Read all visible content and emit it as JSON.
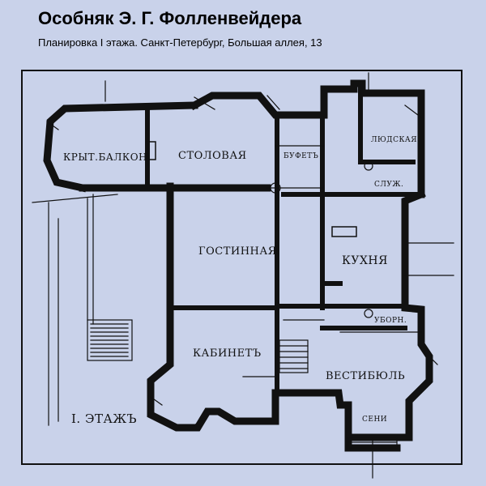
{
  "header": {
    "title": "Особняк Э. Г. Фолленвейдера",
    "subtitle": "Планировка I этажа. Санкт-Петербург, Большая аллея, 13"
  },
  "plan": {
    "floor_label": "I. ЭТАЖЪ",
    "rooms": [
      {
        "id": "covered-balcony",
        "label": "КРЫТ.БАЛКОН"
      },
      {
        "id": "dining",
        "label": "СТОЛОВАЯ"
      },
      {
        "id": "buffet",
        "label": "БУФЕТЪ"
      },
      {
        "id": "pantry",
        "label": "ЛЮДСКАЯ"
      },
      {
        "id": "wc",
        "label": "СЛУЖ."
      },
      {
        "id": "living",
        "label": "ГОСТИННАЯ"
      },
      {
        "id": "kitchen",
        "label": "КУХНЯ"
      },
      {
        "id": "toilet",
        "label": "УБОРН."
      },
      {
        "id": "study",
        "label": "КАБИНЕТЪ"
      },
      {
        "id": "vestibule",
        "label": "ВЕСТИБЮЛЬ"
      },
      {
        "id": "porch",
        "label": "СЕНИ"
      }
    ],
    "colors": {
      "background": "#c9d2ea",
      "wall": "#111111"
    }
  }
}
